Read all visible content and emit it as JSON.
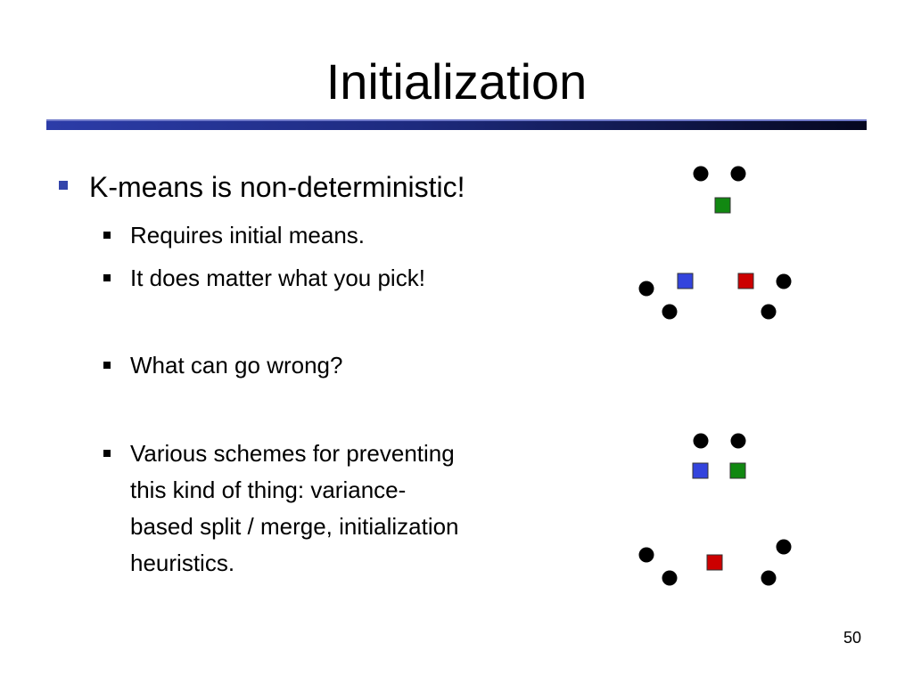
{
  "slide": {
    "title": "Initialization",
    "bullet_main": "K-means is non-deterministic!",
    "sub_bullets": [
      "Requires initial means.",
      "It does matter what you pick!",
      "What can go wrong?",
      "Various schemes for preventing",
      "this kind of thing: variance-",
      "based split / merge, initialization",
      "heuristics."
    ],
    "page_number": "50"
  },
  "colors": {
    "title_rule": "#1d2a7e",
    "bullet_marker_main": "#3344aa",
    "center_blue": "#3344dd",
    "center_red": "#cc0000",
    "center_green": "#118811",
    "point": "#000000"
  },
  "diagrams": [
    {
      "name": "initialization-example-1",
      "points_count": 6,
      "centers": [
        "green",
        "blue",
        "red"
      ]
    },
    {
      "name": "initialization-example-2",
      "points_count": 6,
      "centers": [
        "blue",
        "green",
        "red"
      ]
    }
  ]
}
